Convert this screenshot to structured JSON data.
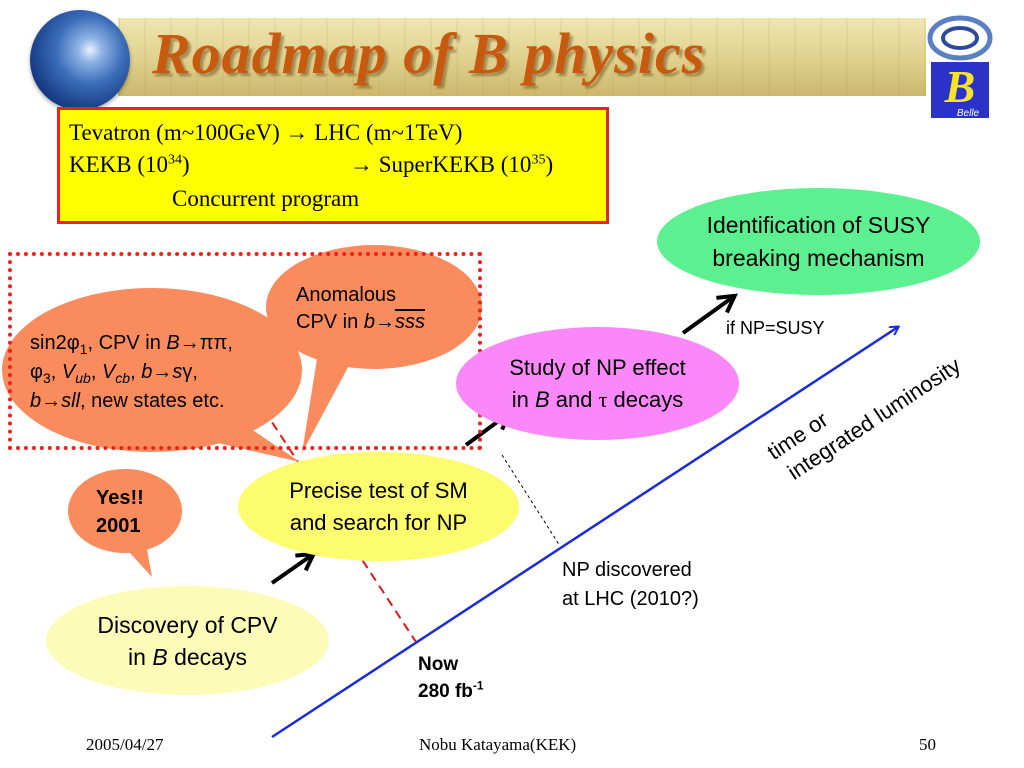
{
  "header": {
    "title": "Roadmap of B physics",
    "logo_text": "Belle"
  },
  "concurrent_box": {
    "line1_a": "Tevatron (m~100GeV) ",
    "line1_arrow": "→",
    "line1_b": " LHC (m~1TeV)",
    "line2_a": "KEKB (10",
    "line2_sup1": "34",
    "line2_b": ")",
    "line2_arrow": "→",
    "line2_c": " SuperKEKB (10",
    "line2_sup2": "35",
    "line2_d": ")",
    "line3": "Concurrent program"
  },
  "bubbles": {
    "susy": {
      "line1": "Identification of SUSY",
      "line2": "breaking mechanism"
    },
    "np": {
      "line1": "Study of NP effect",
      "line2_a": "in ",
      "line2_b": "B",
      "line2_c": " and ",
      "line2_d": "τ",
      "line2_e": " decays"
    },
    "sm": {
      "line1": "Precise test of SM",
      "line2": "and search for NP"
    },
    "cpv": {
      "line1": "Discovery of CPV",
      "line2_a": "in ",
      "line2_b": "B",
      "line2_c": " decays"
    },
    "anomalous": {
      "line1": "Anomalous",
      "line2_a": "CPV in ",
      "line2_b": "b",
      "line2_c": "→",
      "line2_d": "sss"
    },
    "sin2phi": {
      "l1_a": "sin2φ",
      "l1_sub": "1",
      "l1_b": ", CPV in ",
      "l1_c": "B",
      "l1_d": "→ππ,",
      "l2_a": "φ",
      "l2_sub1": "3",
      "l2_b": ", ",
      "l2_c": "V",
      "l2_sub2": "ub",
      "l2_d": ", ",
      "l2_e": "V",
      "l2_sub3": "cb",
      "l2_f": ", ",
      "l2_g": "b",
      "l2_h": "→",
      "l2_i": "s",
      "l2_j": "γ,",
      "l3_a": "b",
      "l3_b": "→",
      "l3_c": "sll",
      "l3_d": ",",
      "l3_e": " new states etc."
    },
    "yes": {
      "line1": "Yes!!",
      "line2": "2001"
    }
  },
  "labels": {
    "if_np": "if NP=SUSY",
    "time_line1": "time or",
    "time_line2": "integrated luminosity",
    "np_discovered_1": "NP discovered",
    "np_discovered_2": "at LHC (2010?)",
    "now": "Now",
    "lumi_a": "280 fb",
    "lumi_sup": "-1"
  },
  "footer": {
    "date": "2005/04/27",
    "author": "Nobu Katayama(KEK)",
    "page": "50"
  },
  "colors": {
    "title": "#c85a10",
    "box_fill": "#ffff00",
    "box_border": "#e8241c",
    "susy": "#5cf090",
    "np": "#fb88f8",
    "sm": "#fcfc6e",
    "cpv": "#fcfcb8",
    "salmon": "#f98b5c",
    "axis": "#1a2cd8"
  }
}
